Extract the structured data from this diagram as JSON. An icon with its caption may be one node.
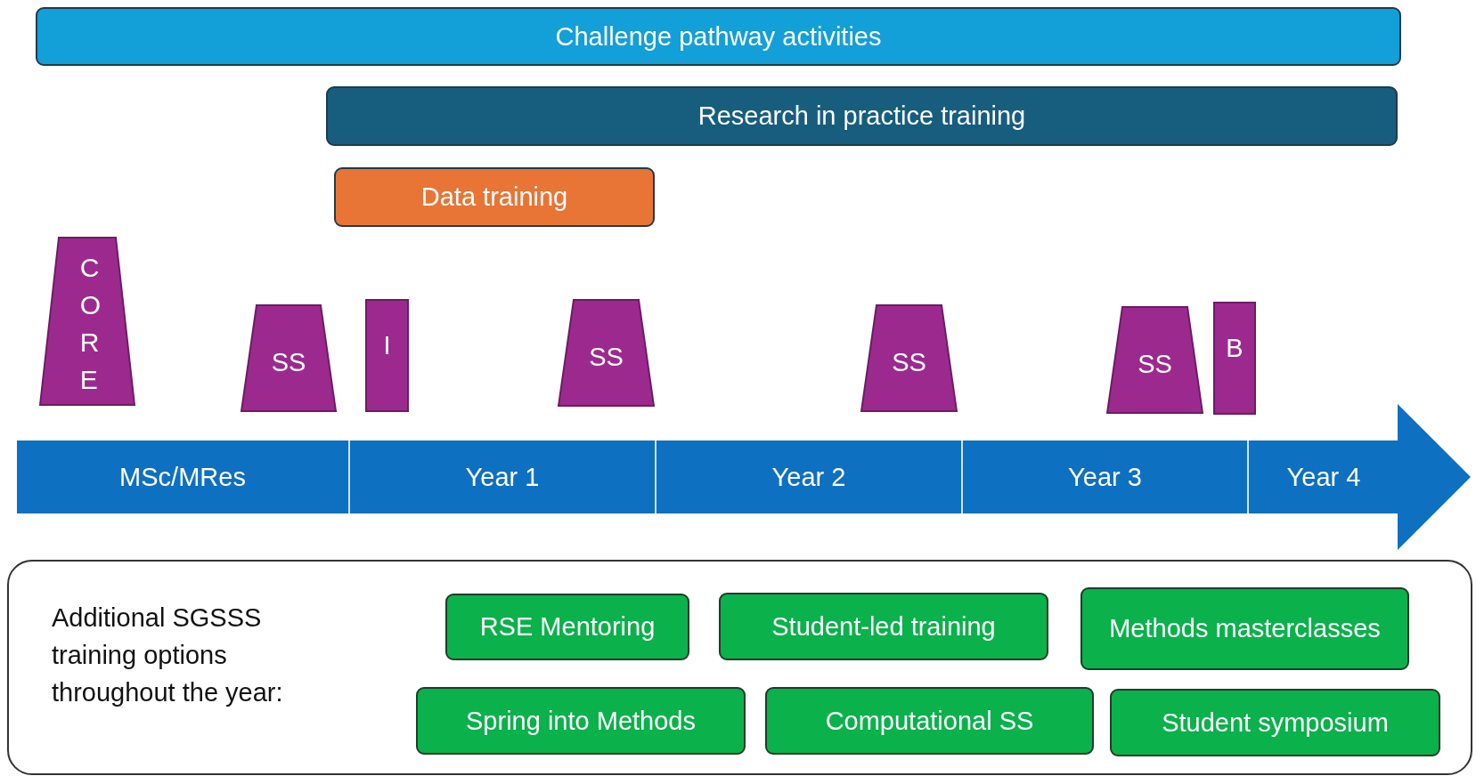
{
  "diagram": {
    "nodes": [
      {
        "text": [
          "Challenge pathway activities"
        ]
      },
      {
        "text": [
          "Research in practice training"
        ]
      },
      {
        "text": [
          "Data training"
        ]
      },
      {
        "text": [
          "CORE"
        ]
      },
      {
        "text": [
          "SS"
        ]
      },
      {
        "text": [
          "I"
        ]
      },
      {
        "text": [
          "SS"
        ]
      },
      {
        "text": [
          "SS"
        ]
      },
      {
        "text": [
          "SS"
        ]
      },
      {
        "text": [
          "B"
        ]
      },
      {
        "text": [],
        "shape": "arrow"
      },
      {
        "text": [
          "MSc/MRes"
        ],
        "in": 10
      },
      {
        "text": [
          "Year 1"
        ],
        "in": 10
      },
      {
        "text": [
          "Year 2"
        ],
        "in": 10
      },
      {
        "text": [
          "Year 3"
        ],
        "in": 10
      },
      {
        "text": [
          "Year 4"
        ],
        "in": 10
      },
      {
        "text": [
          "Additional SGSSS training options throughout the year:"
        ]
      },
      {
        "text": [
          "RSE Mentoring"
        ],
        "in": 16
      },
      {
        "text": [
          "Student-led training"
        ],
        "in": 16
      },
      {
        "text": [
          "Methods masterclasses"
        ],
        "in": 16
      },
      {
        "text": [
          "Spring into Methods"
        ],
        "in": 16
      },
      {
        "text": [
          "Computational SS"
        ],
        "in": 16
      },
      {
        "text": [
          "Student symposium"
        ],
        "in": 16
      }
    ]
  }
}
